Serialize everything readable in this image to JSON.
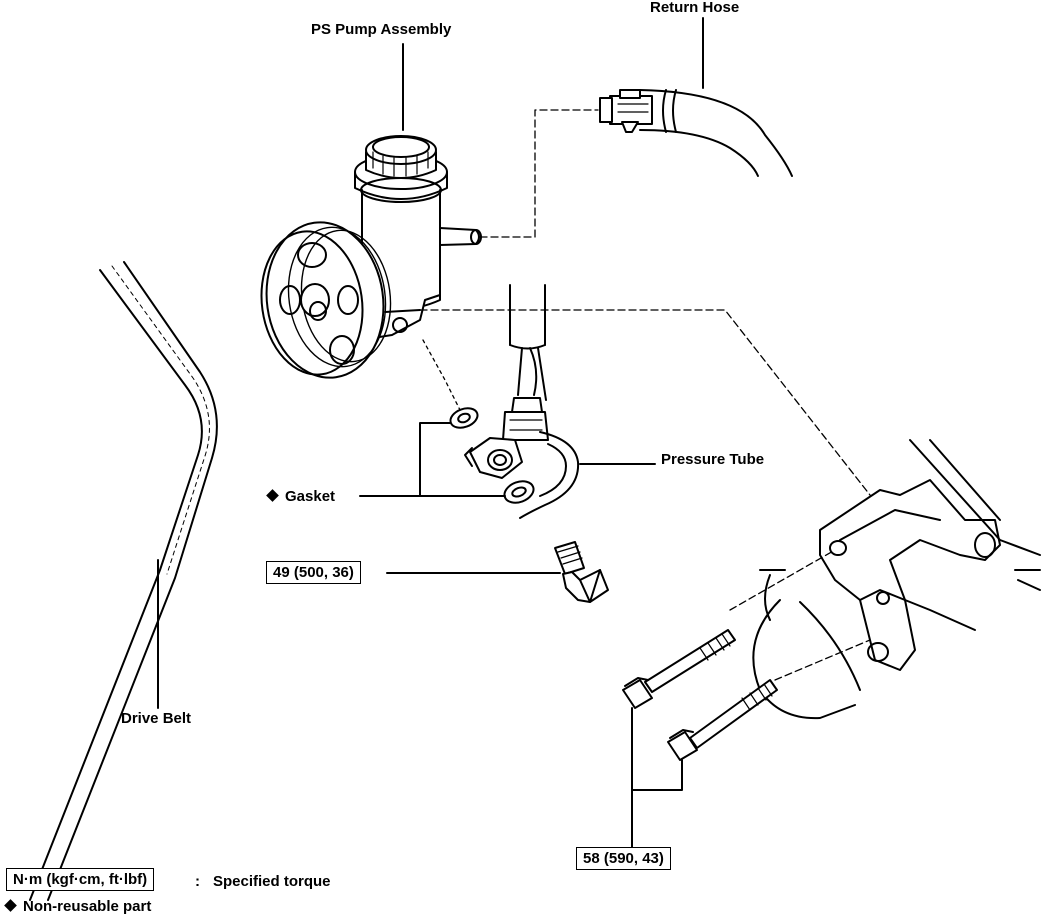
{
  "labels": {
    "return_hose": "Return Hose",
    "ps_pump_assembly": "PS Pump Assembly",
    "pressure_tube": "Pressure Tube",
    "gasket": "Gasket",
    "drive_belt": "Drive Belt"
  },
  "torques": {
    "union_bolt": "49 (500, 36)",
    "mount_bolts": "58 (590, 43)"
  },
  "legend": {
    "torque_unit": "N·m (kgf·cm, ft·lbf)",
    "torque_separator": ":",
    "torque_desc": "Specified torque",
    "nonreusable_desc": "Non-reusable part"
  },
  "colors": {
    "ink": "#000000",
    "paper": "#ffffff"
  },
  "icons": {
    "nonreusable_marker": "diamond-icon"
  }
}
